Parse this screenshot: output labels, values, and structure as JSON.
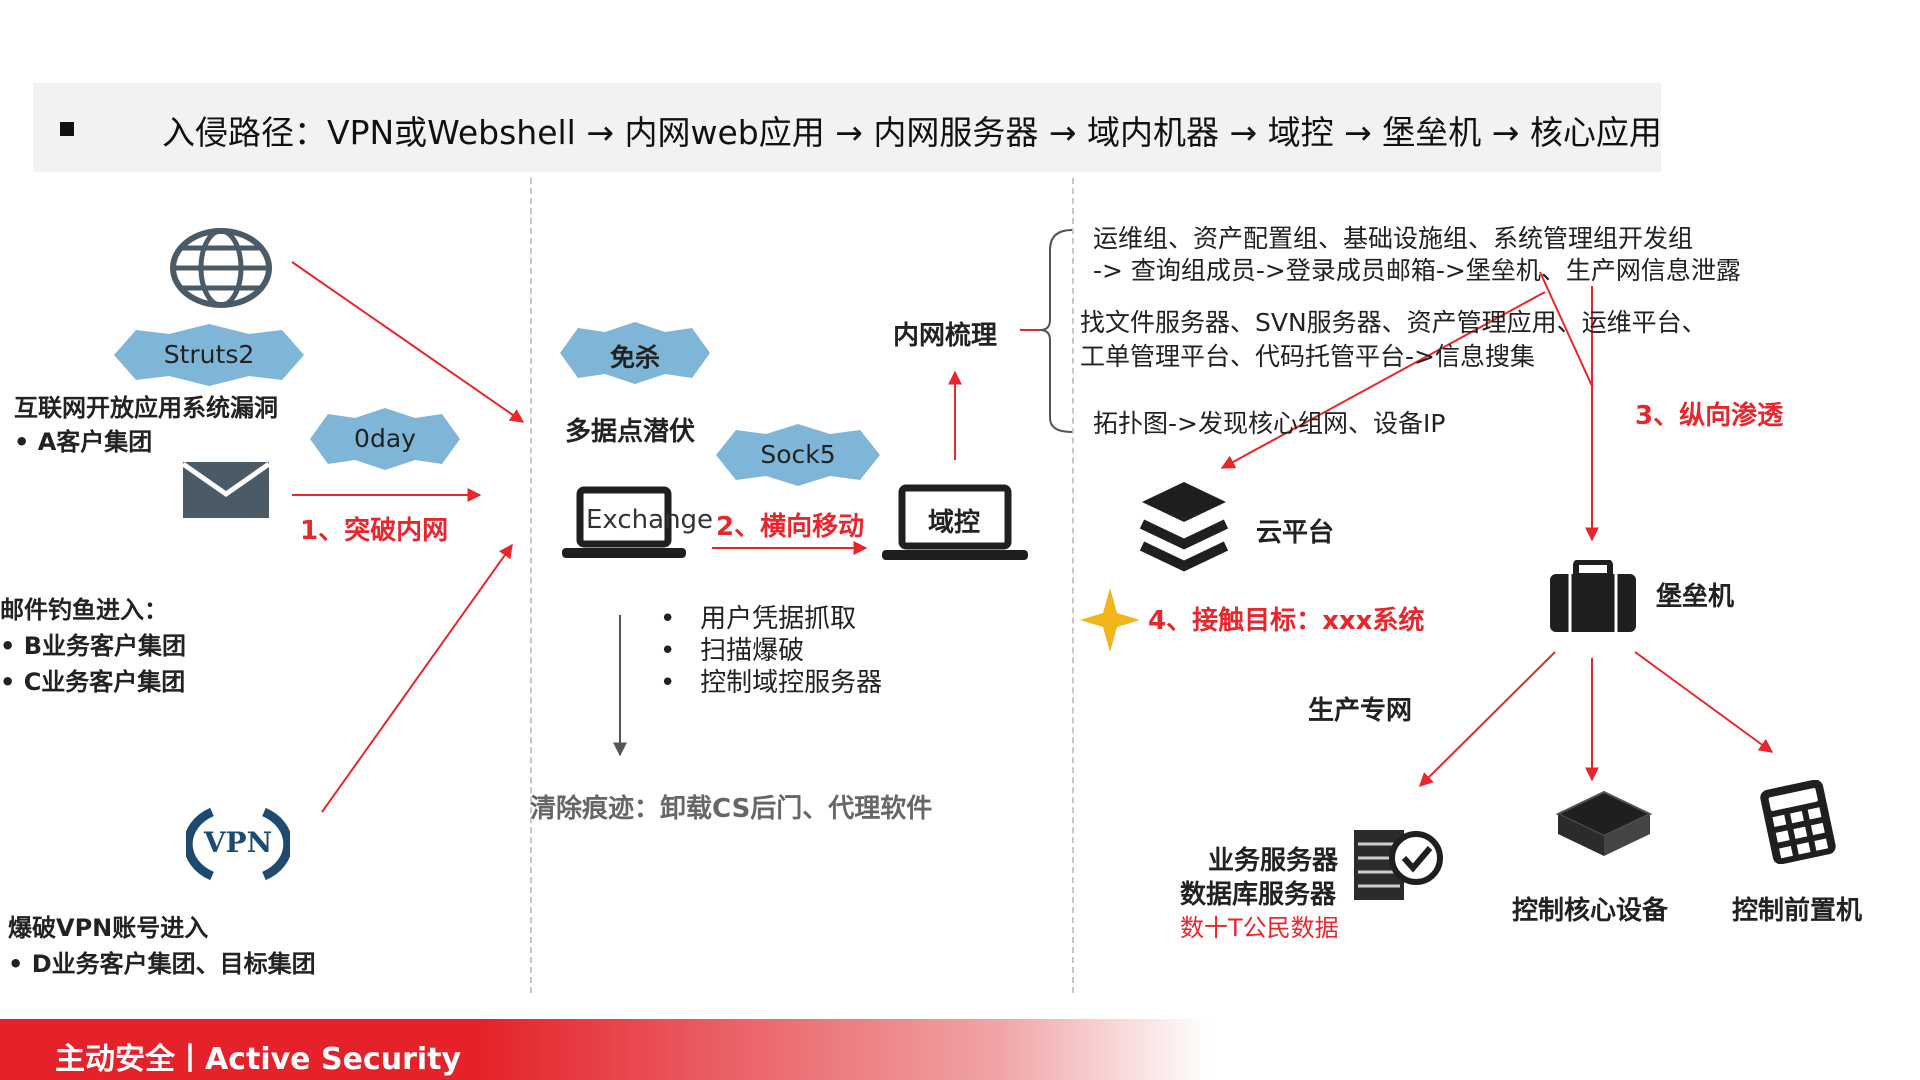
{
  "header": {
    "text": "入侵路径：VPN或Webshell → 内网web应用 → 内网服务器 → 域内机器 → 域控 → 堡垒机 → 核心应用"
  },
  "badges": {
    "struts2": "Struts2",
    "oday": "0day",
    "mian_sha": "免杀",
    "sock5": "Sock5"
  },
  "left": {
    "internet_title": "互联网开放应用系统漏洞",
    "internet_item": "•  A客户集团",
    "mail_title": "邮件钓鱼进入：",
    "mail_items": [
      "•  B业务客户集团",
      "•  C业务客户集团"
    ],
    "vpn_label": "VPN",
    "vpn_title": "爆破VPN账号进入",
    "vpn_item": "•  D业务客户集团、目标集团"
  },
  "steps": {
    "s1": "1、突破内网",
    "s2": "2、横向移动",
    "s3": "3、纵向渗透",
    "s4": "4、接触目标：xxx系统"
  },
  "middle": {
    "multi_point": "多据点潜伏",
    "exchange": "Exchange",
    "domain_ctrl": "域控",
    "intranet": "内网梳理",
    "actions": [
      "用户凭据抓取",
      "扫描爆破",
      "控制域控服务器"
    ],
    "cleanup": "清除痕迹：卸载CS后门、代理软件"
  },
  "right": {
    "group1_line1": "运维组、资产配置组、基础设施组、系统管理组开发组",
    "group1_line2": "-> 查询组成员->登录成员邮箱->堡垒机、生产网信息泄露",
    "group2_line1": "找文件服务器、SVN服务器、资产管理应用、运维平台、",
    "group2_line2": "工单管理平台、代码托管平台->信息搜集",
    "group3": "拓扑图->发现核心组网、设备IP",
    "cloud": "云平台",
    "bastion": "堡垒机",
    "prod_net": "生产专网",
    "biz_server": "业务服务器",
    "db_server": "数据库服务器",
    "citizen_data": "数十T公民数据",
    "core_device": "控制核心设备",
    "front_machine": "控制前置机"
  },
  "footer": {
    "text": "主动安全丨Active Security"
  },
  "colors": {
    "accent_red": "#e8262b",
    "badge_blue": "#7fb5d6",
    "icon_dark": "#1f1f1f",
    "icon_slate": "#4a5a66"
  }
}
